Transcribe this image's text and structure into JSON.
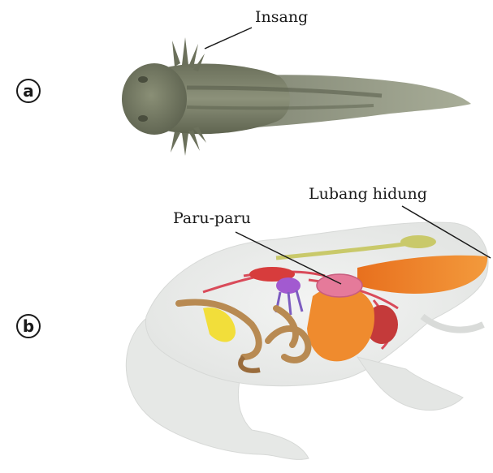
{
  "panels": {
    "a": {
      "marker": "a",
      "label": "Insang"
    },
    "b": {
      "marker": "b",
      "labels": {
        "nostril": "Lubang hidung",
        "lung": "Paru-paru"
      }
    }
  }
}
